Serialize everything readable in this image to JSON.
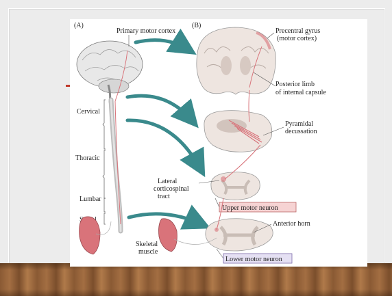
{
  "panel_a_label": "(A)",
  "panel_b_label": "(B)",
  "labels": {
    "primary_motor_cortex": "Primary motor cortex",
    "precentral_gyrus_1": "Precentral gyrus",
    "precentral_gyrus_2": "(motor cortex)",
    "posterior_limb_1": "Posterior limb",
    "posterior_limb_2": "of internal  capsule",
    "pyramidal_1": "Pyramidal",
    "pyramidal_2": "decussation",
    "cervical": "Cervical",
    "thoracic": "Thoracic",
    "lumbar": "Lumbar",
    "sacral": "Sacral",
    "lateral_1": "Lateral",
    "lateral_2": "corticospinal",
    "lateral_3": "tract",
    "upper_motor_neuron": "Upper motor neuron",
    "anterior_horn": "Anterior horn",
    "skeletal_1": "Skeletal",
    "skeletal_2": "muscle",
    "lower_motor_neuron": "Lower motor neuron"
  },
  "colors": {
    "arrow": "#3a8a8c",
    "pathway": "#d8737a",
    "tissue": "#eee5e0",
    "grey_matter": "#c9bdb6",
    "muscle": "#d9737a",
    "upper_box": "#f6d3d3",
    "lower_box": "#e5e0f3"
  }
}
